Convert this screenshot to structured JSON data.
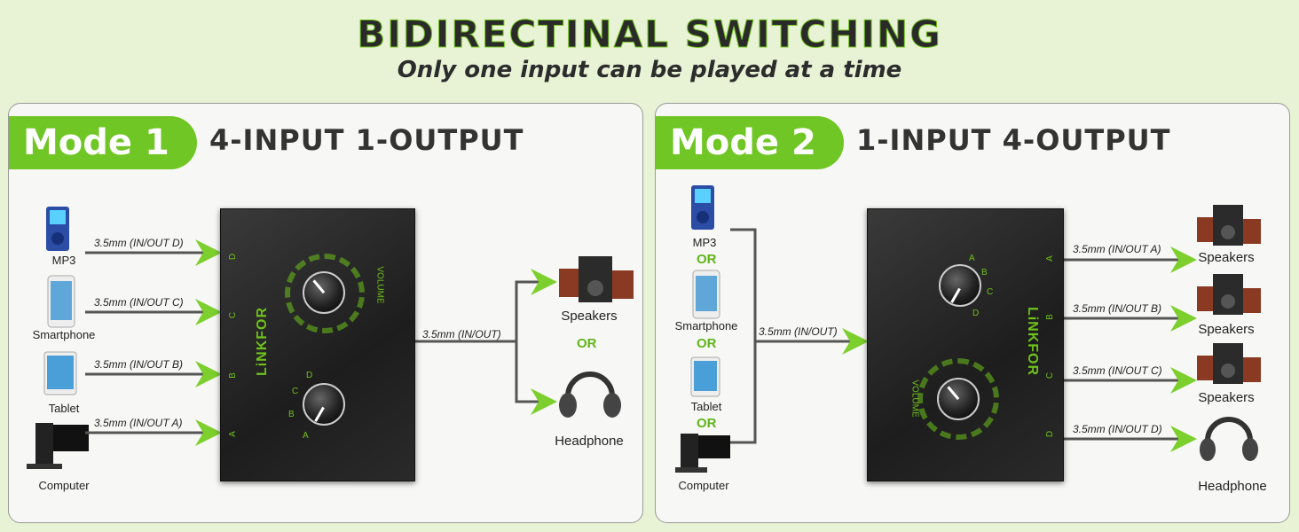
{
  "header": {
    "title": "BIDIRECTINAL SWITCHING",
    "subtitle": "Only one input can be played at a time"
  },
  "mode1": {
    "badge": "Mode 1",
    "desc": "4-INPUT 1-OUTPUT",
    "devices": [
      "MP3",
      "Smartphone",
      "Tablet",
      "Computer"
    ],
    "cables": [
      "3.5mm (IN/OUT D)",
      "3.5mm (IN/OUT C)",
      "3.5mm (IN/OUT B)",
      "3.5mm (IN/OUT A)"
    ],
    "output_cable": "3.5mm (IN/OUT)",
    "outputs": [
      "Speakers",
      "Headphone"
    ],
    "or": "OR",
    "brand": "LiNKFOR",
    "ports": [
      "D",
      "C",
      "B",
      "A"
    ],
    "volume": "VOLUME",
    "knob_letters": [
      "A",
      "B",
      "C",
      "D"
    ]
  },
  "mode2": {
    "badge": "Mode 2",
    "desc": "1-INPUT 4-OUTPUT",
    "devices": [
      "MP3",
      "Smartphone",
      "Tablet",
      "Computer"
    ],
    "or": "OR",
    "input_cable": "3.5mm (IN/OUT)",
    "cables": [
      "3.5mm (IN/OUT A)",
      "3.5mm (IN/OUT B)",
      "3.5mm (IN/OUT C)",
      "3.5mm (IN/OUT D)"
    ],
    "outputs": [
      "Speakers",
      "Speakers",
      "Speakers",
      "Headphone"
    ],
    "brand": "LiNKFOR",
    "ports": [
      "A",
      "B",
      "C",
      "D"
    ],
    "volume": "VOLUME",
    "knob_letters": [
      "A",
      "B",
      "C",
      "D"
    ]
  },
  "colors": {
    "accent": "#70c624",
    "arrow": "#7ccf2c",
    "line": "#555555"
  }
}
